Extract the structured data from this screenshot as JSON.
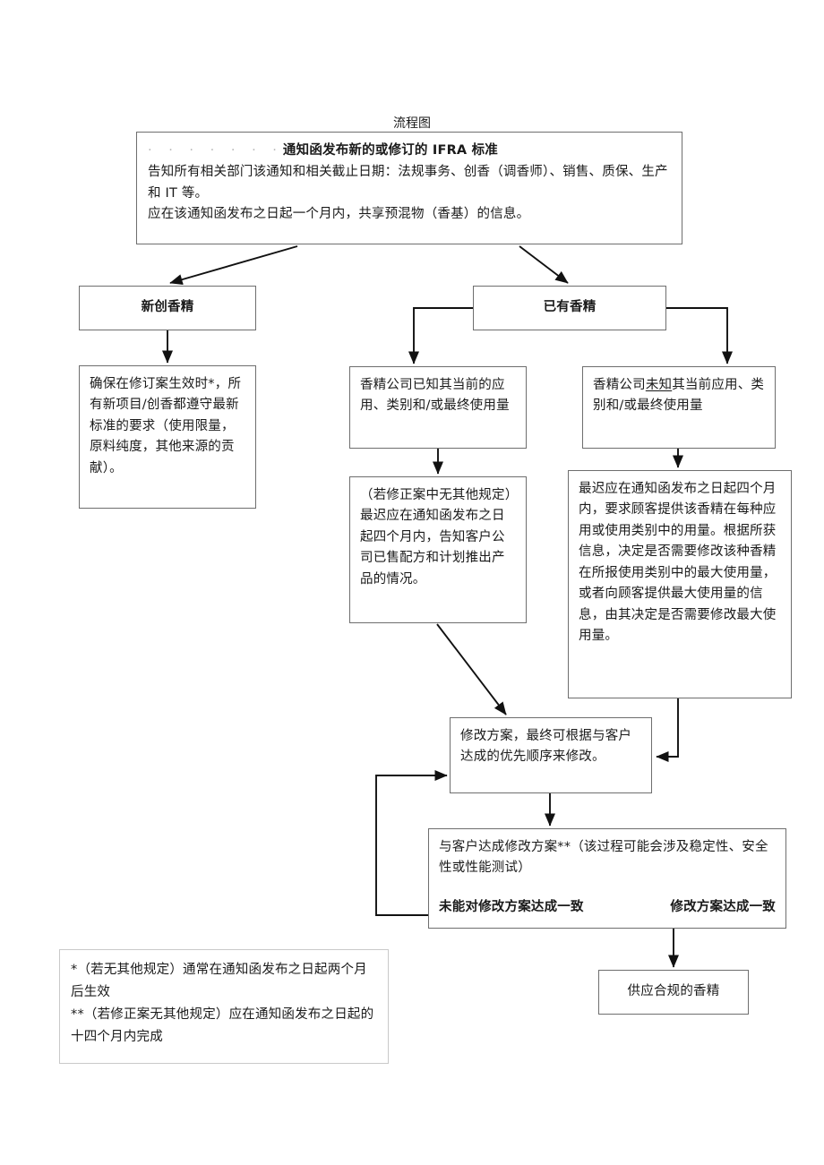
{
  "title": "流程图",
  "nodes": {
    "notice": {
      "leader": "· · · · · · ·",
      "heading": "通知函发布新的或修订的 IFRA 标准",
      "body1": "告知所有相关部门该通知和相关截止日期：法规事务、创香（调香师）、销售、质保、生产和 IT 等。",
      "body2": "应在该通知函发布之日起一个月内，共享预混物（香基）的信息。"
    },
    "new_fragrance": {
      "label": "新创香精"
    },
    "existing_fragrance": {
      "label": "已有香精"
    },
    "new_detail": {
      "body": "确保在修订案生效时*，所有新项目/创香都遵守最新标准的要求（使用限量，原料纯度，其他来源的贡献）。"
    },
    "known": {
      "body": "香精公司已知其当前的应用、类别和/或最终使用量"
    },
    "unknown": {
      "prefix": "香精公司",
      "emphasis": "未知",
      "suffix": "其当前应用、类别和/或最终使用量"
    },
    "known_detail": {
      "body": "（若修正案中无其他规定）最迟应在通知函发布之日起四个月内，告知客户公司已售配方和计划推出产品的情况。"
    },
    "unknown_detail": {
      "body": "最迟应在通知函发布之日起四个月内，要求顾客提供该香精在每种应用或使用类别中的用量。根据所获信息，决定是否需要修改该种香精在所报使用类别中的最大使用量，或者向顾客提供最大使用量的信息，由其决定是否需要修改最大使用量。"
    },
    "revise": {
      "body": "修改方案，最终可根据与客户达成的优先顺序来修改。"
    },
    "agreement": {
      "body": "与客户达成修改方案**（该过程可能会涉及稳定性、安全性或性能测试）",
      "outcome_fail": "未能对修改方案达成一致",
      "outcome_success": "修改方案达成一致"
    },
    "supply": {
      "label": "供应合规的香精"
    },
    "footnote": {
      "line1": "*（若无其他规定）通常在通知函发布之日起两个月后生效",
      "line2": "**（若修正案无其他规定）应在通知函发布之日起的十四个月内完成"
    }
  }
}
